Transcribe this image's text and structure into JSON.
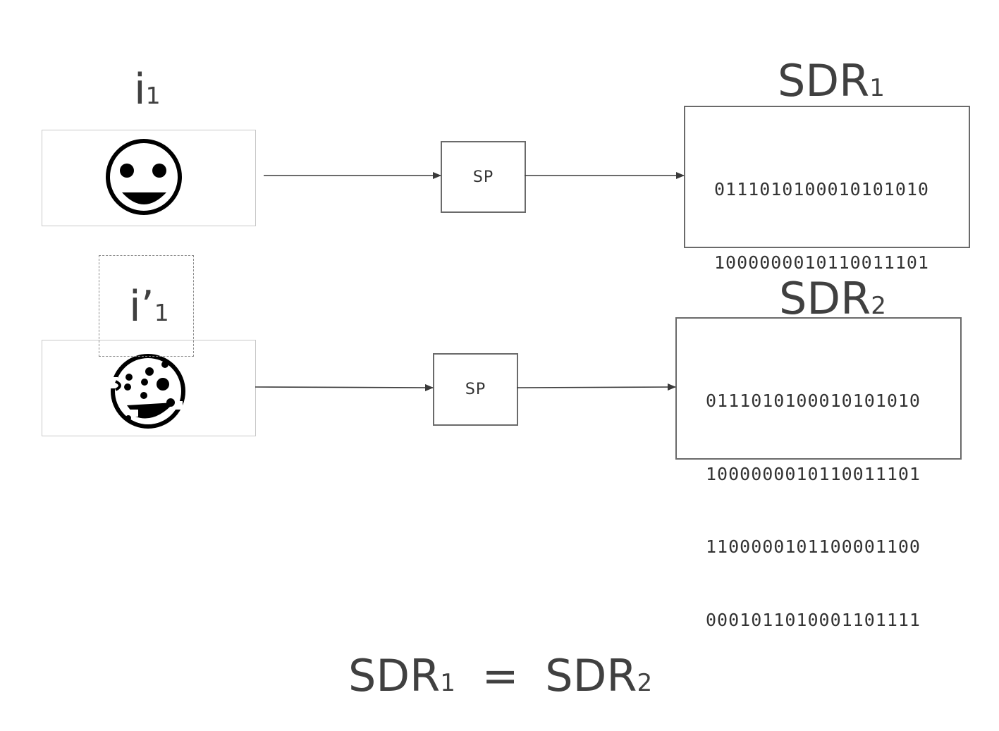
{
  "row1": {
    "input_label": "i",
    "input_sub": "1",
    "icon": "smiley-face-icon",
    "sp_label": "SP",
    "sdr_label": "SDR",
    "sdr_sub": "1",
    "bits": [
      "0111010100010101010",
      "1000000010110011101",
      "1100000101100001100",
      "0001011010001101111"
    ]
  },
  "row2": {
    "input_label": "i’",
    "input_sub": "1",
    "icon": "noisy-smiley-face-icon",
    "sp_label": "SP",
    "sdr_label": "SDR",
    "sdr_sub": "2",
    "bits": [
      "0111010100010101010",
      "1000000010110011101",
      "1100000101100001100",
      "0001011010001101111"
    ]
  },
  "equation": {
    "left": "SDR",
    "left_sub": "1",
    "operator": "=",
    "right": "SDR",
    "right_sub": "2"
  }
}
